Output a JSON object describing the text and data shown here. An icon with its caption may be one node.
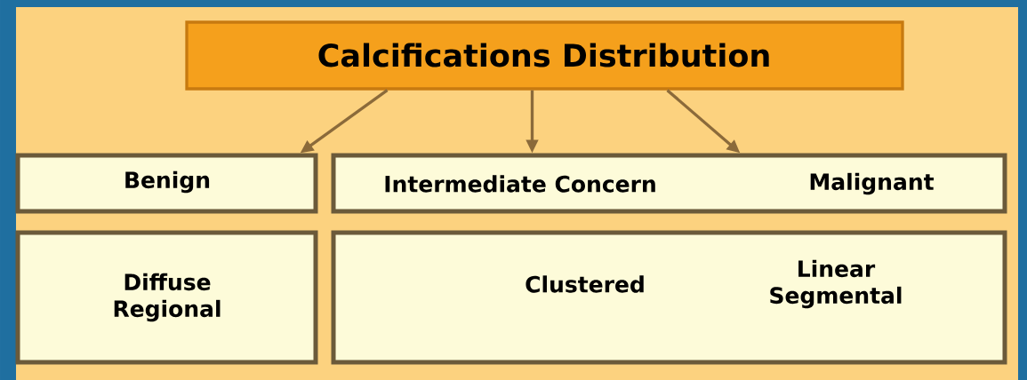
{
  "diagram": {
    "nodes": [
      {
        "text": [
          "Calcifications Distribution"
        ]
      },
      {
        "text": [
          "Benign"
        ]
      },
      {
        "text": [
          "Intermediate Concern",
          "Malignant"
        ]
      },
      {
        "text": [
          "Diffuse Regional"
        ]
      },
      {
        "text": [
          "Clustered",
          "Linear Segmental"
        ]
      }
    ],
    "edges": [
      {
        "from": 0,
        "to": 1,
        "arrow": "to"
      },
      {
        "from": 0,
        "to": 2,
        "arrow": "to"
      },
      {
        "from": 0,
        "to": 2,
        "arrow": "to"
      }
    ]
  }
}
